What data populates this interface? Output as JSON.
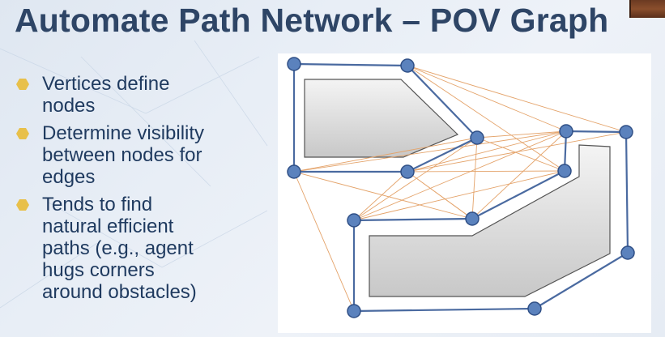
{
  "slide": {
    "title": "Automate Path Network – POV Graph",
    "bullets": [
      {
        "text": "Vertices define\nnodes"
      },
      {
        "text": "Determine visibility\nbetween nodes for\nedges"
      },
      {
        "text": "Tends to find\nnatural efficient\npaths (e.g., agent\nhugs corners\naround obstacles)"
      }
    ]
  },
  "colors": {
    "title": "#2e4566",
    "bullet_text": "#1f3a5f",
    "bullet_marker": "#e8c04a",
    "node_fill": "#5b82bd",
    "node_stroke": "#2f4f86",
    "boundary": "#4a6aa0",
    "visibility_edge": "#e4a36a",
    "obstacle_fill": "#d9d9d9"
  }
}
